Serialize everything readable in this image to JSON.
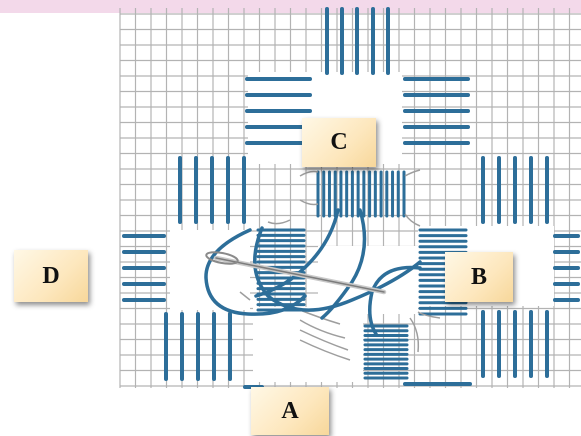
{
  "labels": {
    "a": "A",
    "b": "B",
    "c": "C",
    "d": "D"
  },
  "colors": {
    "thread": "#2d6e99",
    "grid": "#b3b3b3",
    "background": "#ffffff",
    "band": "#f3d9ea",
    "label_fill": "#fde7bd",
    "needle": "#9a9a9a"
  }
}
